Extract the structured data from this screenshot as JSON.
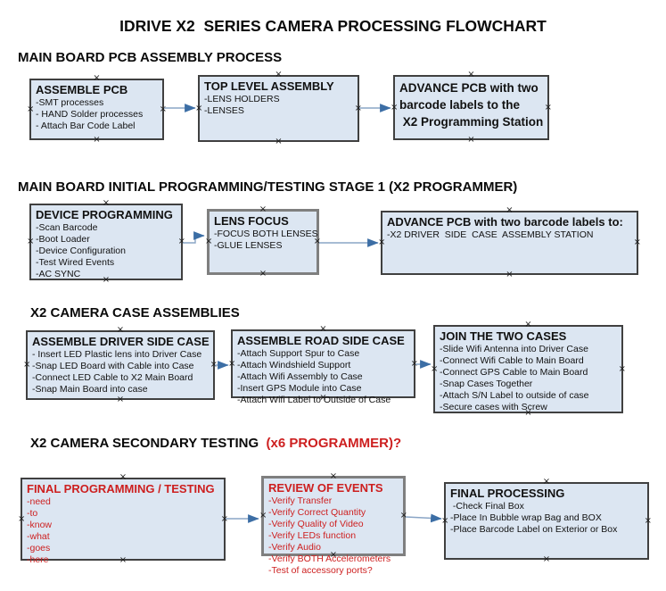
{
  "title": "IDRIVE X2  SERIES CAMERA PROCESSING FLOWCHART",
  "colors": {
    "box_fill": "#dce6f2",
    "box_border": "#404040",
    "box_border_gray": "#7f7f7f",
    "arrow_line": "#8aa5c6",
    "arrow_head": "#3c6ea5",
    "red": "#cd1f1f",
    "text": "#111111"
  },
  "sections": [
    {
      "id": "s1",
      "header": [
        {
          "text": "MAIN BOARD PCB ASSEMBLY PROCESS",
          "color": "black"
        }
      ]
    },
    {
      "id": "s2",
      "header": [
        {
          "text": "MAIN BOARD INITIAL PROGRAMMING/TESTING STAGE 1 (X2 PROGRAMMER)",
          "color": "black"
        }
      ]
    },
    {
      "id": "s3",
      "header": [
        {
          "text": "X2 CAMERA CASE ASSEMBLIES",
          "color": "black"
        }
      ]
    },
    {
      "id": "s4",
      "header": [
        {
          "text": "X2 CAMERA SECONDARY TESTING ",
          "color": "black"
        },
        {
          "text": " (x6 PROGRAMMER)?",
          "color": "red"
        }
      ]
    }
  ],
  "boxes": [
    {
      "id": "assemble-pcb",
      "title": "ASSEMBLE PCB",
      "items": [
        "-SMT processes",
        "- HAND Solder processes",
        "- Attach Bar Code Label"
      ]
    },
    {
      "id": "top-level-assembly",
      "title": "TOP LEVEL ASSEMBLY",
      "items": [
        "-LENS HOLDERS",
        "-LENSES"
      ]
    },
    {
      "id": "advance-pcb-to-programming-station",
      "title_lines": [
        "ADVANCE PCB with two",
        "barcode labels to the",
        " X2 Programming Station"
      ],
      "items": []
    },
    {
      "id": "device-programming",
      "title": "DEVICE PROGRAMMING",
      "items": [
        "-Scan Barcode",
        "-Boot Loader",
        "-Device Configuration",
        "-Test Wired Events",
        "-AC SYNC"
      ]
    },
    {
      "id": "lens-focus",
      "title": "LENS FOCUS",
      "items": [
        "-FOCUS BOTH LENSES",
        "-GLUE LENSES"
      ],
      "border": "gray"
    },
    {
      "id": "advance-pcb-to-driver-side",
      "title": "ADVANCE PCB with two barcode labels to:",
      "items": [
        "-X2 DRIVER  SIDE  CASE  ASSEMBLY STATION"
      ]
    },
    {
      "id": "assemble-driver-side-case",
      "title": "ASSEMBLE DRIVER SIDE CASE",
      "items": [
        "- Insert LED Plastic lens into Driver Case",
        "-Snap LED Board with Cable into Case",
        "-Connect LED Cable to X2 Main Board",
        "-Snap Main Board into case"
      ]
    },
    {
      "id": "assemble-road-side-case",
      "title": "ASSEMBLE ROAD SIDE CASE",
      "items": [
        "-Attach Support Spur to Case",
        "-Attach Windshield Support",
        "-Attach Wifi Assembly to Case",
        "-Insert GPS Module into Case",
        "-Attach Wifi Label to Outside of Case"
      ]
    },
    {
      "id": "join-the-two-cases",
      "title": "JOIN THE TWO CASES",
      "items": [
        "-Slide Wifi Antenna into Driver Case",
        "-Connect Wifi Cable to Main Board",
        "-Connect GPS Cable to Main Board",
        "-Snap Cases Together",
        "-Attach S/N Label to outside of case",
        "-Secure cases with Screw"
      ]
    },
    {
      "id": "final-programming-testing",
      "title": "FINAL PROGRAMMING / TESTING",
      "items": [
        "-need",
        "-to",
        "-know",
        "-what",
        "-goes",
        "-here"
      ],
      "text_color": "red"
    },
    {
      "id": "review-of-events",
      "title": "REVIEW OF EVENTS",
      "items": [
        "-Verify Transfer",
        "-Verify Correct Quantity",
        "-Verify Quality of Video",
        "-Verify LEDs function",
        "-Verify Audio",
        "-Verify BOTH Accelerometers",
        "-Test of accessory ports?"
      ],
      "text_color": "red",
      "border": "gray"
    },
    {
      "id": "final-processing",
      "title": "FINAL PROCESSING",
      "items": [
        " -Check Final Box",
        "-Place In Bubble wrap Bag and BOX",
        "-Place Barcode Label on Exterior or Box"
      ]
    }
  ]
}
